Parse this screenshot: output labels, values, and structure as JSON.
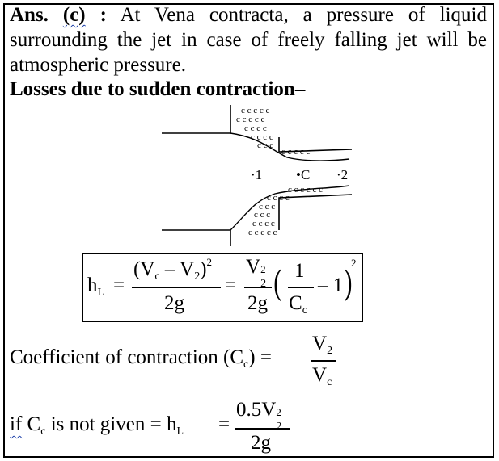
{
  "answer": {
    "prefix": "Ans.",
    "option": "(c)",
    "colon": ":",
    "text": "At Vena contracta, a pressure of liquid surrounding the jet in case of freely falling jet will be atmospheric pressure."
  },
  "heading": "Losses due to sudden contraction–",
  "diagram": {
    "label_1": "·1",
    "label_c": "•C",
    "label_2": "·2"
  },
  "formula_loss": {
    "lhs": "h",
    "lhs_sub": "L",
    "eq": "=",
    "num1_open": "(V",
    "num1_sub_c": "c",
    "num1_minus": " – V",
    "num1_sub_2": "2",
    "num1_close": ")",
    "num1_sup": "2",
    "den1": "2g",
    "eq2": "=",
    "num2": "V",
    "num2_sup": "2",
    "num2_sub": "2",
    "den2": "2g",
    "inner_num": "1",
    "inner_den": "C",
    "inner_den_sub": "c",
    "inner_minus": "– 1",
    "outer_sup": "2"
  },
  "coefficient": {
    "text": "Coefficient of contraction (C",
    "sub": "c",
    "text_end": ") =",
    "num": "V",
    "num_sub": "2",
    "den": "V",
    "den_sub": "c"
  },
  "if_not_given": {
    "text_if": "if",
    "text_c": " C",
    "sub_c": "c",
    "text_rest": " is not given = h",
    "sub_l": "L",
    "eq": "=",
    "num": "0.5V",
    "num_sup": "2",
    "num_sub": "2",
    "den": "2g"
  }
}
